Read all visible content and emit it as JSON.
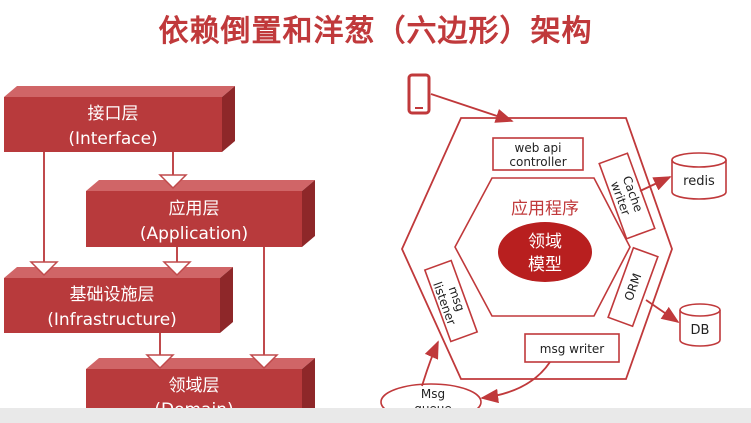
{
  "title": "依赖倒置和洋葱（六边形）架构",
  "layers": {
    "interface": {
      "line1": "接口层",
      "line2": "(Interface)"
    },
    "application": {
      "line1": "应用层",
      "line2": "(Application)"
    },
    "infrastructure": {
      "line1": "基础设施层",
      "line2": "(Infrastructure)"
    },
    "domain": {
      "line1": "领域层",
      "line2": "(Domain)"
    }
  },
  "hexagon": {
    "application_label": "应用程序",
    "domain_model": {
      "line1": "领域",
      "line2": "模型"
    },
    "web_api_controller": {
      "line1": "web api",
      "line2": "controller"
    },
    "cache_writer": {
      "line1": "Cache",
      "line2": "writer"
    },
    "orm": "ORM",
    "msg_writer": "msg writer",
    "msg_listener": {
      "line1": "msg",
      "line2": "listener"
    }
  },
  "externals": {
    "redis": "redis",
    "db": "DB",
    "msg_queue": {
      "line1": "Msg",
      "line2": "queue"
    }
  },
  "colors": {
    "accent": "#c0393b",
    "layer_front": "#b83a3c",
    "layer_top": "#d06567",
    "layer_side": "#8e2729",
    "domain_model_fill": "#b81f1f"
  }
}
